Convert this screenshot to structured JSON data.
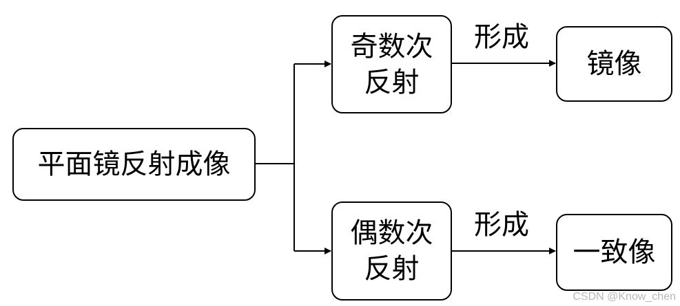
{
  "nodes": {
    "root": "平面镜反射成像",
    "odd_line1": "奇数次",
    "odd_line2": "反射",
    "odd_result": "镜像",
    "even_line1": "偶数次",
    "even_line2": "反射",
    "even_result": "一致像"
  },
  "edges": {
    "odd_label": "形成",
    "even_label": "形成"
  },
  "watermark": "CSDN @Know_chen",
  "colors": {
    "stroke": "#000000",
    "background": "#ffffff",
    "watermark": "#b8b8b8"
  }
}
